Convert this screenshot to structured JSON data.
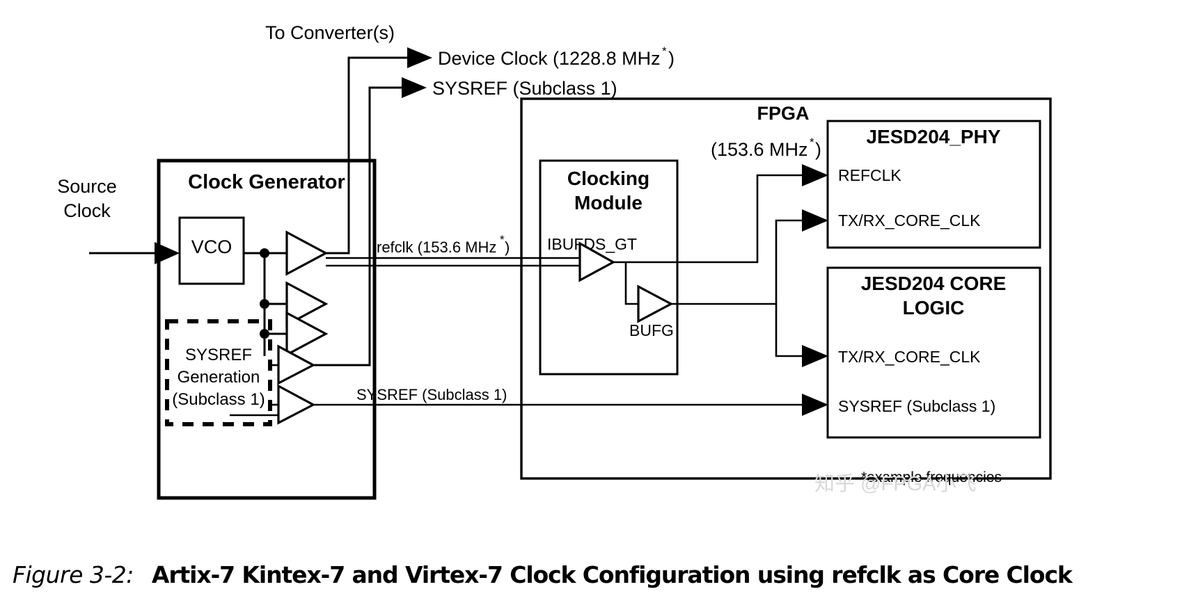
{
  "figure": {
    "label": "Figure 3-2:",
    "title": "Artix-7 Kintex-7 and Virtex-7 Clock Configuration using refclk as Core Clock"
  },
  "watermark": {
    "text": "知乎 @FPGA小飞"
  },
  "footnote": {
    "text": "*example frequencies"
  },
  "annotations": {
    "to_converters": "To Converter(s)",
    "source_clock_line1": "Source",
    "source_clock_line2": "Clock",
    "device_clock": "Device Clock (1228.8 MHz",
    "device_clock_sup": "*",
    "device_clock_close": ")",
    "sysref_top": "SYSREF (Subclass 1)",
    "refclk_label": "refclk (153.6 MHz",
    "refclk_sup": "*",
    "refclk_close": ")",
    "phy_refclk_freq_open": "(153.6 MHz",
    "phy_refclk_freq_sup": "*",
    "phy_refclk_freq_close": ")",
    "sysref_bottom": "SYSREF (Subclass 1)"
  },
  "clock_generator": {
    "title": "Clock Generator",
    "vco": {
      "label": "VCO"
    },
    "sysref_generation": {
      "line1": "SYSREF",
      "line2": "Generation",
      "line3": "(Subclass 1)"
    },
    "buffers": [
      {
        "name": "device-clock-buffer"
      },
      {
        "name": "refclk-buffer"
      },
      {
        "name": "spare-buffer"
      },
      {
        "name": "sysref-converter-buffer"
      },
      {
        "name": "sysref-fpga-buffer"
      }
    ]
  },
  "fpga": {
    "title": "FPGA",
    "clocking_module": {
      "title_line1": "Clocking",
      "title_line2": "Module",
      "ibufds_gt": "IBUFDS_GT",
      "bufg": "BUFG"
    },
    "jesd204_phy": {
      "title": "JESD204_PHY",
      "ports": [
        "REFCLK",
        "TX/RX_CORE_CLK"
      ]
    },
    "jesd204_core_logic": {
      "title_line1": "JESD204 CORE",
      "title_line2": "LOGIC",
      "ports": [
        "TX/RX_CORE_CLK",
        "SYSREF (Subclass 1)"
      ]
    }
  },
  "colors": {
    "stroke": "#000000",
    "background": "#ffffff",
    "watermark": "#d8d8d8"
  }
}
